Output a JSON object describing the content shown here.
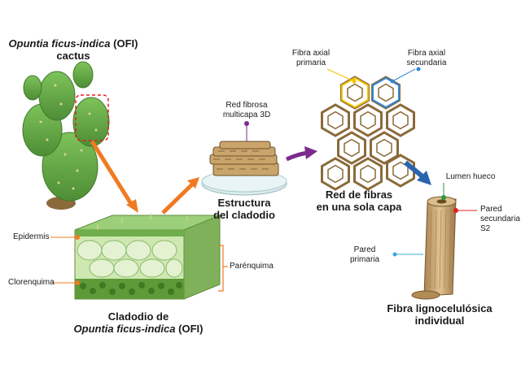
{
  "titles": {
    "cactus_line1_italic": "Opuntia ficus-indica",
    "cactus_line1_rest": " (OFI)",
    "cactus_line2": "cactus",
    "cladode_line1": "Cladodio de",
    "cladode_line2_italic": "Opuntia ficus-indica",
    "cladode_line2_rest": " (OFI)",
    "structure_line1": "Estructura",
    "structure_line2": "del cladodio",
    "network_line1": "Red de fibras",
    "network_line2": "en una sola capa",
    "fiber_line1": "Fibra lignocelulósica",
    "fiber_line2": "individual"
  },
  "labels": {
    "epidermis": "Epidermis",
    "chlorenchyma": "Clorenquima",
    "parenchyma": "Parénquima",
    "network3d_line1": "Red fibrosa",
    "network3d_line2": "multicapa 3D",
    "primary_axial_line1": "Fibra axial",
    "primary_axial_line2": "primaria",
    "secondary_axial_line1": "Fibra axial",
    "secondary_axial_line2": "secundaria",
    "lumen": "Lumen hueco",
    "secondary_wall_line1": "Pared",
    "secondary_wall_line2": "secundaria",
    "secondary_wall_line3": "S2",
    "primary_wall_line1": "Pared",
    "primary_wall_line2": "primaria"
  },
  "colors": {
    "orange_arrow": "#f07a22",
    "purple_arrow": "#7a2a8c",
    "blue_arrow": "#2a64b0",
    "cactus_green": "#5fa043",
    "fiber_tan": "#c9a56b",
    "yellow_marker": "#f2c200",
    "blue_marker": "#2f86d6",
    "green_marker": "#2a9a3a",
    "red_marker": "#e02020",
    "sky_marker": "#3ba8e0"
  }
}
